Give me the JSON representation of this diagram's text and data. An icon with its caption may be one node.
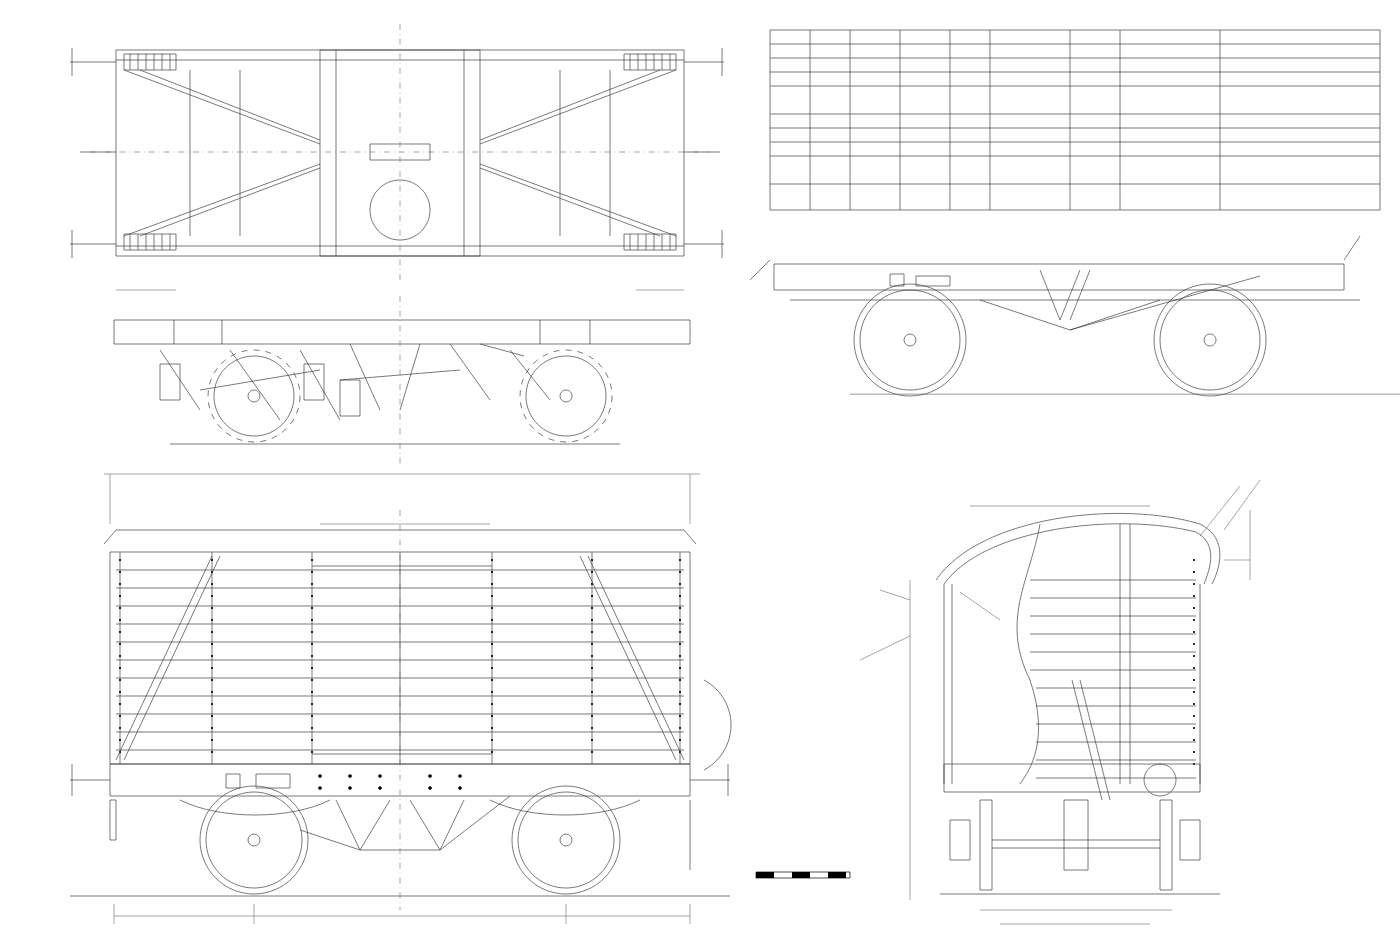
{
  "diagram": {
    "nodes": [
      {
        "text": [],
        "shape": "picture"
      },
      {
        "text": [],
        "shape": "picture"
      },
      {
        "text": [],
        "shape": "box"
      },
      {
        "text": [],
        "shape": "picture"
      },
      {
        "text": [],
        "shape": "picture"
      },
      {
        "text": [],
        "shape": "picture"
      }
    ]
  }
}
